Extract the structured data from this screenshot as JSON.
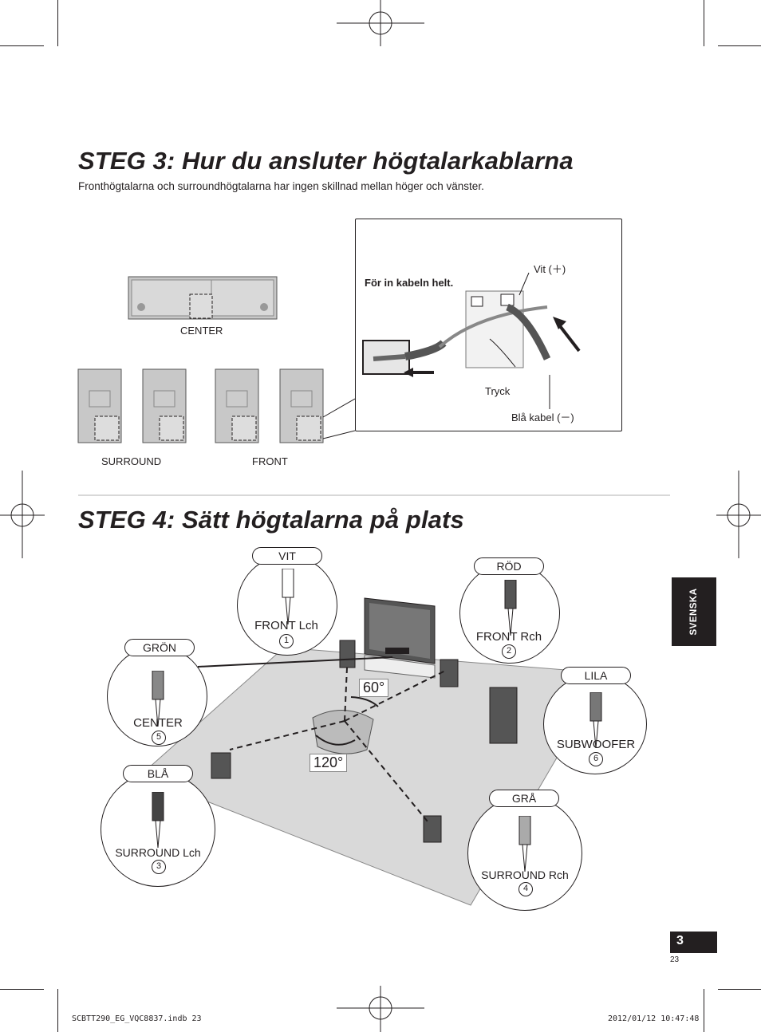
{
  "step3": {
    "title": "STEG 3: Hur du ansluter högtalarkablarna",
    "subtitle": "Fronthögtalarna och surroundhögtalarna har ingen skillnad mellan höger och vänster.",
    "center_label": "CENTER",
    "surround_label": "SURROUND",
    "front_label": "FRONT",
    "inset": {
      "insert_text": "För in kabeln helt.",
      "white_label": "Vit (＋)",
      "press_label": "Tryck",
      "blue_label": "Blå kabel (－)"
    }
  },
  "step4": {
    "title": "STEG 4: Sätt högtalarna på plats",
    "angle_60": "60°",
    "angle_120": "120°",
    "speakers": [
      {
        "color": "VIT",
        "name": "FRONT Lch",
        "num": "1"
      },
      {
        "color": "RÖD",
        "name": "FRONT Rch",
        "num": "2"
      },
      {
        "color": "GRÖN",
        "name": "CENTER",
        "num": "5"
      },
      {
        "color": "LILA",
        "name": "SUBWOOFER",
        "num": "6"
      },
      {
        "color": "BLÅ",
        "name": "SURROUND Lch",
        "num": "3"
      },
      {
        "color": "GRÅ",
        "name": "SURROUND Rch",
        "num": "4"
      }
    ]
  },
  "side_tab": "SVENSKA",
  "page_number": "3",
  "page_number_small": "23",
  "footer": {
    "file": "SCBTT290_EG_VQC8837.indb   23",
    "timestamp": "2012/01/12   10:47:48"
  },
  "colors": {
    "ink": "#231f20",
    "floor": "#d9d9d9",
    "speaker": "#595959"
  }
}
